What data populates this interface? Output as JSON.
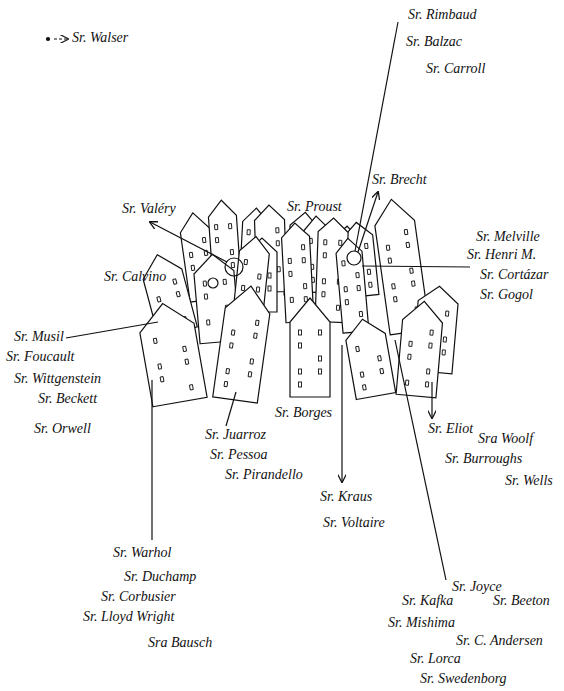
{
  "diagram": {
    "labels": [
      "Sr. Walser",
      "Sr. Rimbaud",
      "Sr. Balzac",
      "Sr. Carroll",
      "Sr. Brecht",
      "Sr. Proust",
      "Sr. Valéry",
      "Sr. Calvino",
      "Sr. Melville",
      "Sr. Henri M.",
      "Sr. Cortázar",
      "Sr. Gogol",
      "Sr. Musil",
      "Sr. Foucault",
      "Sr. Wittgenstein",
      "Sr. Beckett",
      "Sr. Orwell",
      "Sr. Juarroz",
      "Sr. Pessoa",
      "Sr. Pirandello",
      "Sr. Borges",
      "Sr. Eliot",
      "Sra Woolf",
      "Sr. Burroughs",
      "Sr. Wells",
      "Sr. Kraus",
      "Sr. Voltaire",
      "Sr. Warhol",
      "Sr. Duchamp",
      "Sr. Corbusier",
      "Sr. Lloyd Wright",
      "Sra Bausch",
      "Sr. Joyce",
      "Sr. Kafka",
      "Sr. Beeton",
      "Sr. Mishima",
      "Sr. C. Andersen",
      "Sr. Lorca",
      "Sr. Swedenborg"
    ]
  }
}
